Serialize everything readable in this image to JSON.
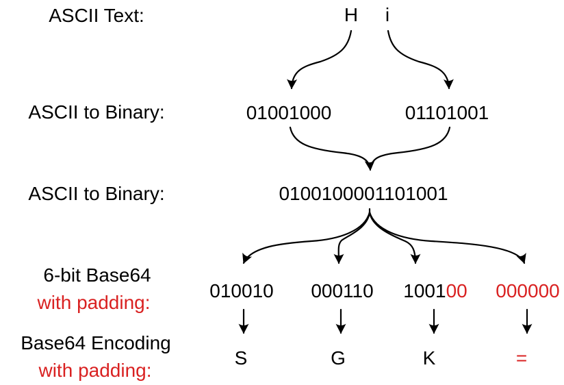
{
  "colors": {
    "red_text": "#d92121",
    "black_text": "#000000",
    "background": "#ffffff"
  },
  "labels": {
    "ascii_text": "ASCII Text:",
    "ascii_to_binary_1": "ASCII to Binary:",
    "ascii_to_binary_2": "ASCII to Binary:",
    "six_bit_line1": "6-bit Base64",
    "six_bit_line2": "with padding:",
    "encoding_line1": "Base64 Encoding",
    "encoding_line2": "with padding:"
  },
  "values": {
    "ascii_chars": [
      "H",
      "i"
    ],
    "byte_binaries": [
      "01001000",
      "01101001"
    ],
    "combined_binary": "0100100001101001",
    "six_bit_groups": [
      {
        "black": "010010",
        "red": ""
      },
      {
        "black": "000110",
        "red": ""
      },
      {
        "black": "1001",
        "red": "00"
      },
      {
        "black": "",
        "red": "000000"
      }
    ],
    "base64_chars": [
      {
        "text": "S",
        "red": false
      },
      {
        "text": "G",
        "red": false
      },
      {
        "text": "K",
        "red": false
      },
      {
        "text": "=",
        "red": true
      }
    ]
  }
}
